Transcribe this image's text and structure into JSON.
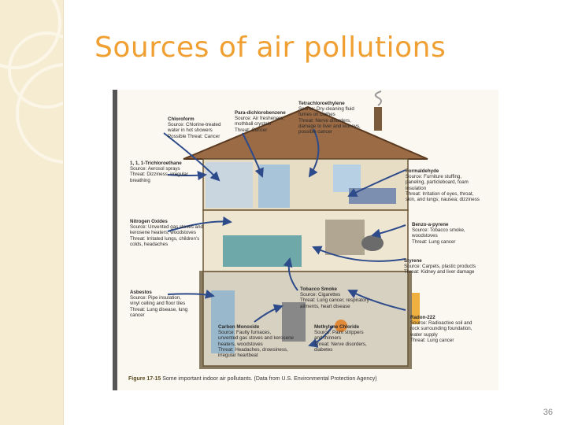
{
  "slide": {
    "title": "Sources of air pollutions",
    "page_number": "36"
  },
  "figure": {
    "caption_label": "Figure 17-15",
    "caption_text": "Some important indoor air pollutants. (Data from U.S. Environmental Protection Agency)",
    "callouts": [
      {
        "key": "chloroform",
        "name": "Chloroform",
        "lines": [
          "Source: Chlorine-treated",
          "water in hot showers",
          "Possible Threat: Cancer"
        ]
      },
      {
        "key": "paradichlorobenzene",
        "name": "Para-dichlorobenzene",
        "lines": [
          "Source: Air fresheners,",
          "mothball crystals",
          "Threat: Cancer"
        ]
      },
      {
        "key": "tetrachloroethylene",
        "name": "Tetrachloroethylene",
        "lines": [
          "Source: Dry-cleaning fluid",
          "fumes on clothes",
          "Threat: Nerve disorders,",
          "damage to liver and kidneys,",
          "possible cancer"
        ]
      },
      {
        "key": "trichloroethane",
        "name": "1, 1, 1-Trichloroethane",
        "lines": [
          "Source: Aerosol sprays",
          "Threat: Dizziness, irregular",
          "breathing"
        ]
      },
      {
        "key": "formaldehyde",
        "name": "Formaldehyde",
        "lines": [
          "Source: Furniture stuffing,",
          "paneling, particleboard, foam",
          "insulation",
          "Threat: Irritation of eyes, throat,",
          "skin, and lungs; nausea; dizziness"
        ]
      },
      {
        "key": "nitrogen_oxides",
        "name": "Nitrogen Oxides",
        "lines": [
          "Source: Unvented gas stoves and",
          "kerosene heaters, woodstoves",
          "Threat: Irritated lungs, children's",
          "colds, headaches"
        ]
      },
      {
        "key": "benzopyrene",
        "name": "Benzo-a-pyrene",
        "lines": [
          "Source: Tobacco smoke,",
          "woodstoves",
          "Threat: Lung cancer"
        ]
      },
      {
        "key": "styrene",
        "name": "Styrene",
        "lines": [
          "Source: Carpets, plastic products",
          "Threat: Kidney and liver damage"
        ]
      },
      {
        "key": "asbestos",
        "name": "Asbestos",
        "lines": [
          "Source: Pipe insulation,",
          "vinyl ceiling and floor tiles",
          "Threat: Lung disease, lung",
          "cancer"
        ]
      },
      {
        "key": "tobacco_smoke",
        "name": "Tobacco Smoke",
        "lines": [
          "Source: Cigarettes",
          "Threat: Lung cancer, respiratory",
          "ailments, heart disease"
        ]
      },
      {
        "key": "radon",
        "name": "Radon-222",
        "lines": [
          "Source: Radioactive soil and",
          "rock surrounding foundation,",
          "water supply",
          "Threat: Lung cancer"
        ]
      },
      {
        "key": "carbon_monoxide",
        "name": "Carbon Monoxide",
        "lines": [
          "Source: Faulty furnaces,",
          "unvented gas stoves and kerosene",
          "heaters, woodstoves",
          "Threat: Headaches, drowsiness,",
          "irregular heartbeat"
        ]
      },
      {
        "key": "methylene_chloride",
        "name": "Methylene Chloride",
        "lines": [
          "Source: Paint strippers",
          "and thinners",
          "Threat: Nerve disorders,",
          "diabetes"
        ]
      }
    ]
  }
}
